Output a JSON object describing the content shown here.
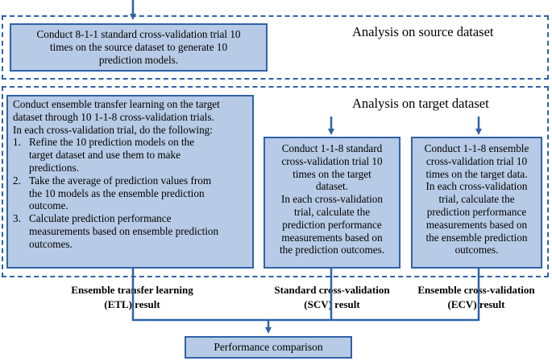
{
  "source_section": {
    "title": "Analysis on source dataset",
    "box_lines": [
      "Conduct 8-1-1 standard cross-validation trial 10",
      "times on the source dataset to generate 10",
      "prediction models."
    ]
  },
  "target_section": {
    "title": "Analysis on target dataset",
    "etl_box": {
      "intro": [
        "Conduct ensemble transfer learning on the target",
        "dataset through 10 1-1-8 cross-validation trials.",
        "In each cross-validation trial, do the following:"
      ],
      "steps": [
        {
          "num": "1.",
          "lines": [
            "Refine the 10 prediction models on the",
            "target dataset and use them to make",
            "predictions."
          ]
        },
        {
          "num": "2.",
          "lines": [
            "Take the average of prediction values from",
            "the 10 models as the ensemble prediction",
            "outcome."
          ]
        },
        {
          "num": "3.",
          "lines": [
            "Calculate prediction performance",
            "measurements based on ensemble prediction",
            "outcomes."
          ]
        }
      ]
    },
    "scv_box": {
      "lines": [
        "Conduct 1-1-8 standard",
        "cross-validation trial 10",
        "times on the target",
        "dataset.",
        "In each cross-validation",
        "trial, calculate the",
        "prediction performance",
        "measurements based on",
        "the prediction outcomes."
      ]
    },
    "ecv_box": {
      "lines": [
        "Conduct 1-1-8 ensemble",
        "cross-validation trial 10",
        "times on the target data.",
        "In each cross-validation",
        "trial, calculate the",
        "prediction performance",
        "measurements based on",
        "the ensemble prediction",
        "outcomes."
      ]
    }
  },
  "results": {
    "etl": [
      "Ensemble transfer learning",
      "(ETL) result"
    ],
    "scv": [
      "Standard cross-validation",
      "(SCV) result"
    ],
    "ecv": [
      "Ensemble cross-validation",
      "(ECV) result"
    ]
  },
  "comparison_label": "Performance comparison",
  "colors": {
    "box_fill": "#b7cbe6",
    "line": "#2f62a8"
  }
}
